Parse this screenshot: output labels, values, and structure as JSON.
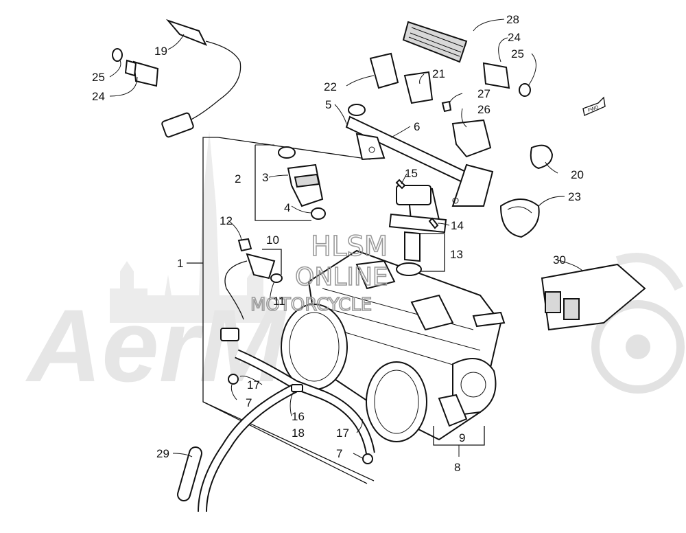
{
  "watermark": {
    "brand": "AerMo",
    "hlsm_line1": "HLSM",
    "hlsm_line2": "ONLINE",
    "hlsm_line3": "MOTORCYCLE"
  },
  "fwd_tag": "FWD",
  "callouts": [
    {
      "id": "c28",
      "label": "28"
    },
    {
      "id": "c24a",
      "label": "24"
    },
    {
      "id": "c25a",
      "label": "25"
    },
    {
      "id": "c19",
      "label": "19"
    },
    {
      "id": "c25b",
      "label": "25"
    },
    {
      "id": "c24b",
      "label": "24"
    },
    {
      "id": "c22",
      "label": "22"
    },
    {
      "id": "c21",
      "label": "21"
    },
    {
      "id": "c27",
      "label": "27"
    },
    {
      "id": "c26",
      "label": "26"
    },
    {
      "id": "c5",
      "label": "5"
    },
    {
      "id": "c6",
      "label": "6"
    },
    {
      "id": "c20",
      "label": "20"
    },
    {
      "id": "c2",
      "label": "2"
    },
    {
      "id": "c3",
      "label": "3"
    },
    {
      "id": "c4",
      "label": "4"
    },
    {
      "id": "c15",
      "label": "15"
    },
    {
      "id": "c23",
      "label": "23"
    },
    {
      "id": "c12",
      "label": "12"
    },
    {
      "id": "c14",
      "label": "14"
    },
    {
      "id": "c10",
      "label": "10"
    },
    {
      "id": "c1",
      "label": "1"
    },
    {
      "id": "c13",
      "label": "13"
    },
    {
      "id": "c30",
      "label": "30"
    },
    {
      "id": "c11",
      "label": "11"
    },
    {
      "id": "c17a",
      "label": "17"
    },
    {
      "id": "c7a",
      "label": "7"
    },
    {
      "id": "c16",
      "label": "16"
    },
    {
      "id": "c18",
      "label": "18"
    },
    {
      "id": "c17b",
      "label": "17"
    },
    {
      "id": "c9",
      "label": "9"
    },
    {
      "id": "c29",
      "label": "29"
    },
    {
      "id": "c7b",
      "label": "7"
    },
    {
      "id": "c8",
      "label": "8"
    }
  ]
}
